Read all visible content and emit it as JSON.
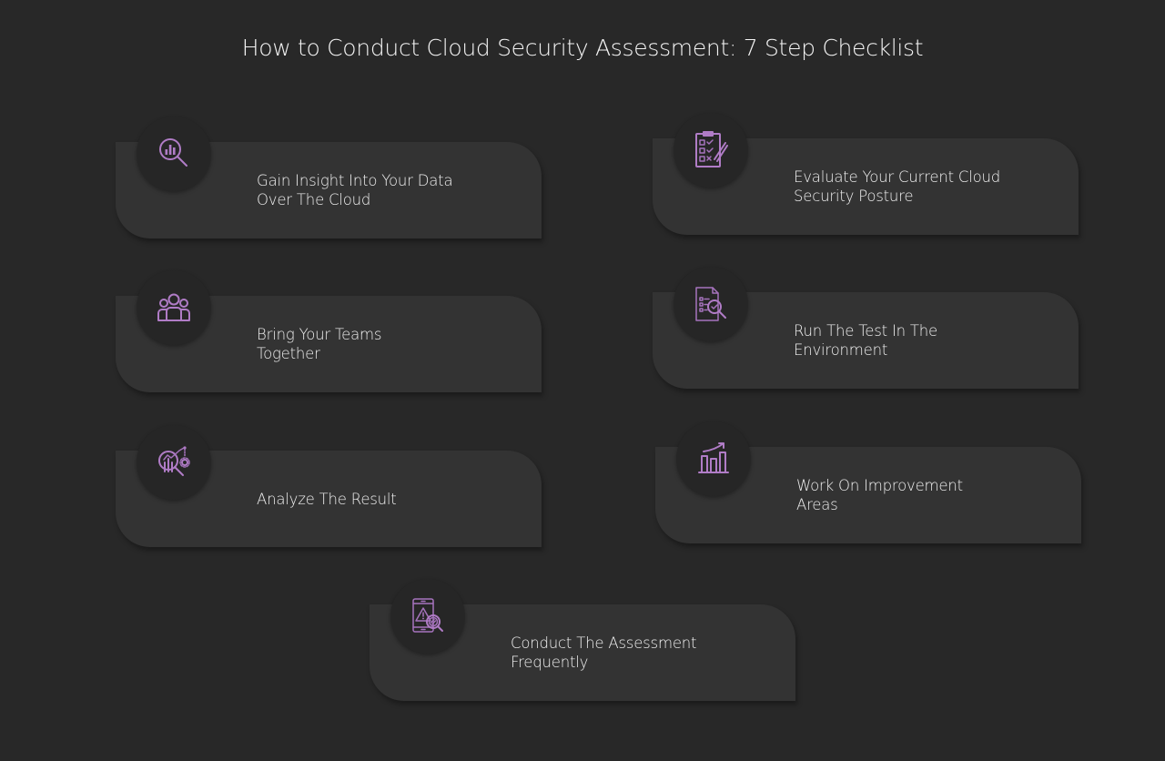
{
  "title": "How to Conduct Cloud Security Assessment: 7 Step Checklist",
  "colors": {
    "background": "#282828",
    "card": "#333333",
    "icon_circle": "#262626",
    "icon_accent": "#b07cc6",
    "text": "#f0f0f0"
  },
  "steps": [
    {
      "label_line1": "Gain Insight Into Your Data",
      "label_line2": "Over The Cloud",
      "icon": "magnifier-chart-icon"
    },
    {
      "label_line1": "Evaluate Your Current Cloud",
      "label_line2": "Security Posture",
      "icon": "clipboard-checklist-icon"
    },
    {
      "label_line1": "Bring Your Teams",
      "label_line2": "Together",
      "icon": "team-icon"
    },
    {
      "label_line1": "Run The Test In The",
      "label_line2": "Environment",
      "icon": "document-inspect-icon"
    },
    {
      "label_line1": "Analyze The Result",
      "label_line2": "",
      "icon": "analytics-magnifier-gear-icon"
    },
    {
      "label_line1": "Work On Improvement",
      "label_line2": "Areas",
      "icon": "growth-bar-chart-icon"
    },
    {
      "label_line1": "Conduct The Assessment",
      "label_line2": "Frequently",
      "icon": "mobile-warning-scan-icon"
    }
  ]
}
